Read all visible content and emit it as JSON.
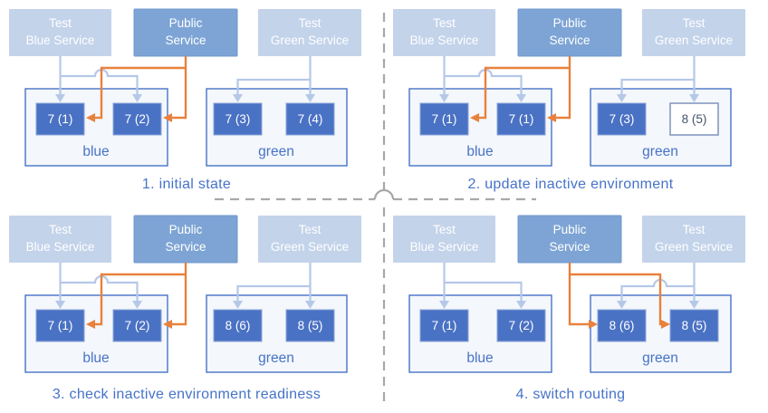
{
  "colors": {
    "test_service_fill": "#c3d3ea",
    "public_service_fill": "#7da4d4",
    "pod_fill": "#4a72c4",
    "pod_outlined_border": "#7e93bd",
    "pod_outlined_text": "#44546a",
    "environment_border": "#4673c8",
    "environment_label_text": "#4673c8",
    "caption_text": "#4673c8",
    "public_route_arrow": "#e8813c",
    "test_route_arrow": "#b5c8e8",
    "divider_dash": "#a8a8a8",
    "service_text": "#ffffff",
    "pod_text": "#ffffff"
  },
  "panels": [
    {
      "caption": "1. initial state",
      "services": {
        "test_blue": {
          "line1": "Test",
          "line2": "Blue Service"
        },
        "public": {
          "line1": "Public",
          "line2": "Service"
        },
        "test_green": {
          "line1": "Test",
          "line2": "Green Service"
        }
      },
      "blue_env": {
        "label": "blue",
        "pods": [
          "7 (1)",
          "7 (2)"
        ]
      },
      "green_env": {
        "label": "green",
        "pods": [
          "7 (3)",
          "7 (4)"
        ]
      }
    },
    {
      "caption": "2. update inactive environment",
      "services": {
        "test_blue": {
          "line1": "Test",
          "line2": "Blue Service"
        },
        "public": {
          "line1": "Public",
          "line2": "Service"
        },
        "test_green": {
          "line1": "Test",
          "line2": "Green Service"
        }
      },
      "blue_env": {
        "label": "blue",
        "pods": [
          "7 (1)",
          "7 (1)"
        ]
      },
      "green_env": {
        "label": "green",
        "pods": [
          "7 (3)",
          "8 (5)"
        ]
      }
    },
    {
      "caption": "3. check inactive environment readiness",
      "services": {
        "test_blue": {
          "line1": "Test",
          "line2": "Blue Service"
        },
        "public": {
          "line1": "Public",
          "line2": "Service"
        },
        "test_green": {
          "line1": "Test",
          "line2": "Green Service"
        }
      },
      "blue_env": {
        "label": "blue",
        "pods": [
          "7 (1)",
          "7 (2)"
        ]
      },
      "green_env": {
        "label": "green",
        "pods": [
          "8 (6)",
          "8 (5)"
        ]
      }
    },
    {
      "caption": "4. switch routing",
      "services": {
        "test_blue": {
          "line1": "Test",
          "line2": "Blue Service"
        },
        "public": {
          "line1": "Public",
          "line2": "Service"
        },
        "test_green": {
          "line1": "Test",
          "line2": "Green Service"
        }
      },
      "blue_env": {
        "label": "blue",
        "pods": [
          "7 (1)",
          "7 (2)"
        ]
      },
      "green_env": {
        "label": "green",
        "pods": [
          "8 (6)",
          "8 (5)"
        ]
      }
    }
  ]
}
